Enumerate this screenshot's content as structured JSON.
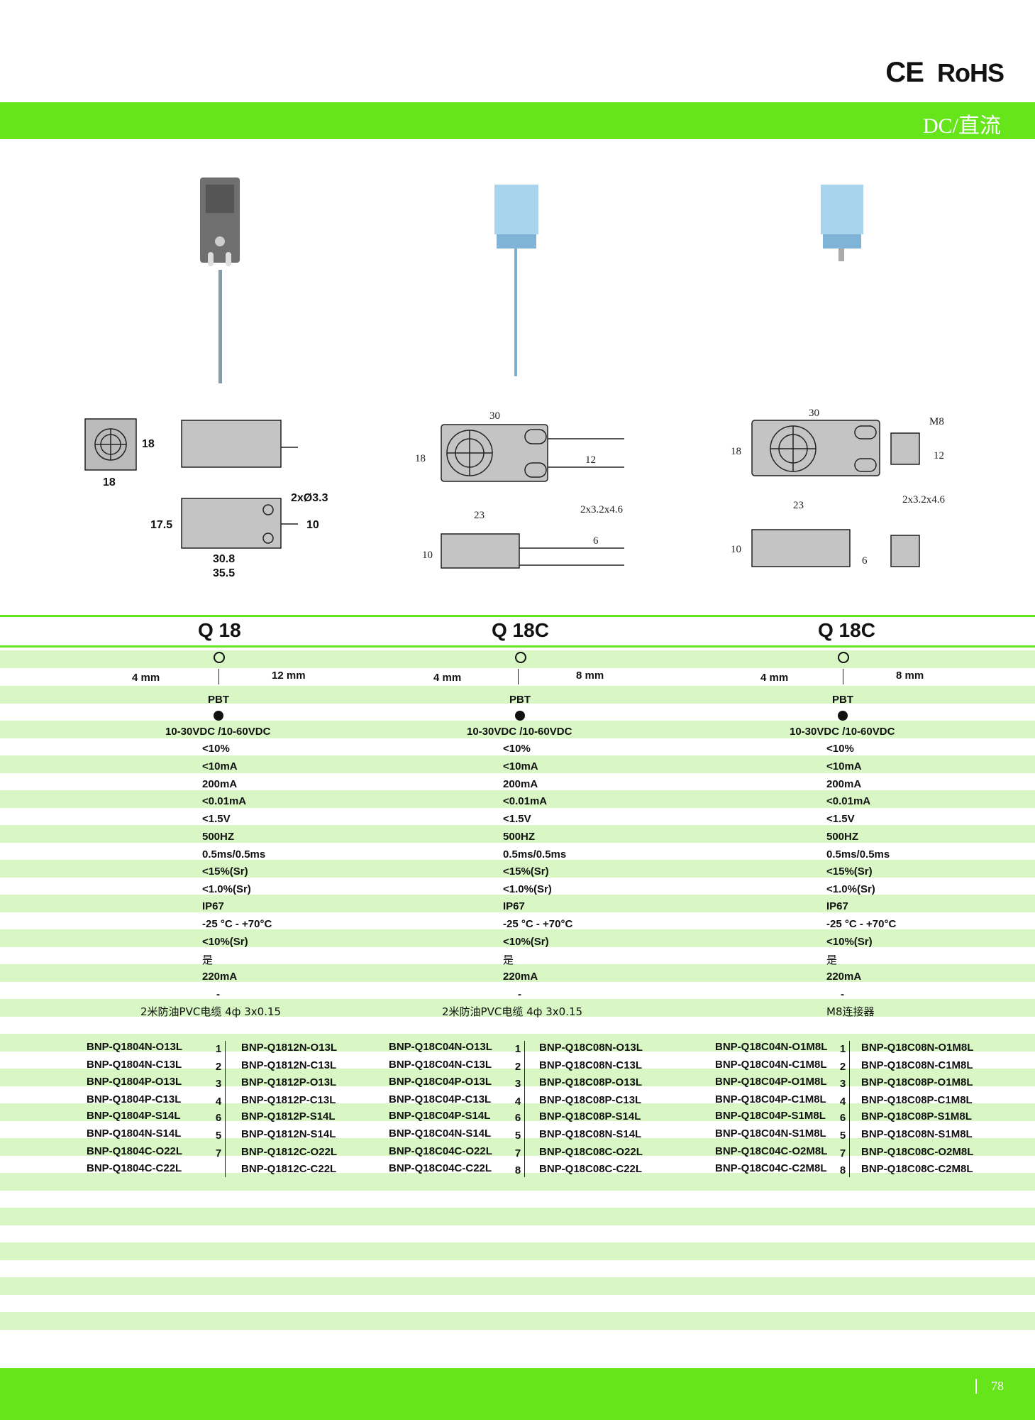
{
  "header": {
    "cert_ce": "CE",
    "cert_rohs": "RoHS",
    "band_title": "DC/直流"
  },
  "columns": [
    {
      "title": "Q 18",
      "range_a": "4 mm",
      "range_b": "12 mm",
      "material": "PBT",
      "voltage": "10-30VDC /10-60VDC",
      "ripple": "<10%",
      "no_load_current": "<10mA",
      "load_current": "200mA",
      "leak_current": "<0.01mA",
      "voltage_drop": "<1.5V",
      "frequency": "500HZ",
      "response": "0.5ms/0.5ms",
      "hysteresis": "<15%(Sr)",
      "repeat": "<1.0%(Sr)",
      "protection": "IP67",
      "temperature": "-25 °C - +70°C",
      "temp_drift": "<10%(Sr)",
      "short_protect": "是",
      "short_current": "220mA",
      "dash": "-",
      "connection": "2米防油PVC电缆 4ф 3x0.15",
      "models_left": [
        "BNP-Q1804N-O13L",
        "BNP-Q1804N-C13L",
        "BNP-Q1804P-O13L",
        "BNP-Q1804P-C13L",
        "BNP-Q1804P-S14L",
        "BNP-Q1804N-S14L",
        "BNP-Q1804C-O22L",
        "BNP-Q1804C-C22L"
      ],
      "indices": [
        "1",
        "2",
        "3",
        "4",
        "6",
        "5",
        "7",
        ""
      ],
      "models_right": [
        "BNP-Q1812N-O13L",
        "BNP-Q1812N-C13L",
        "BNP-Q1812P-O13L",
        "BNP-Q1812P-C13L",
        "BNP-Q1812P-S14L",
        "BNP-Q1812N-S14L",
        "BNP-Q1812C-O22L",
        "BNP-Q1812C-C22L"
      ]
    },
    {
      "title": "Q 18C",
      "range_a": "4 mm",
      "range_b": "8 mm",
      "material": "PBT",
      "voltage": "10-30VDC /10-60VDC",
      "ripple": "<10%",
      "no_load_current": "<10mA",
      "load_current": "200mA",
      "leak_current": "<0.01mA",
      "voltage_drop": "<1.5V",
      "frequency": "500HZ",
      "response": "0.5ms/0.5ms",
      "hysteresis": "<15%(Sr)",
      "repeat": "<1.0%(Sr)",
      "protection": "IP67",
      "temperature": "-25 °C - +70°C",
      "temp_drift": "<10%(Sr)",
      "short_protect": "是",
      "short_current": "220mA",
      "dash": "-",
      "connection": "2米防油PVC电缆 4ф 3x0.15",
      "models_left": [
        "BNP-Q18C04N-O13L",
        "BNP-Q18C04N-C13L",
        "BNP-Q18C04P-O13L",
        "BNP-Q18C04P-C13L",
        "BNP-Q18C04P-S14L",
        "BNP-Q18C04N-S14L",
        "BNP-Q18C04C-O22L",
        "BNP-Q18C04C-C22L"
      ],
      "indices": [
        "1",
        "2",
        "3",
        "4",
        "6",
        "5",
        "7",
        "8"
      ],
      "models_right": [
        "BNP-Q18C08N-O13L",
        "BNP-Q18C08N-C13L",
        "BNP-Q18C08P-O13L",
        "BNP-Q18C08P-C13L",
        "BNP-Q18C08P-S14L",
        "BNP-Q18C08N-S14L",
        "BNP-Q18C08C-O22L",
        "BNP-Q18C08C-C22L"
      ]
    },
    {
      "title": "Q 18C",
      "range_a": "4 mm",
      "range_b": "8 mm",
      "material": "PBT",
      "voltage": "10-30VDC /10-60VDC",
      "ripple": "<10%",
      "no_load_current": "<10mA",
      "load_current": "200mA",
      "leak_current": "<0.01mA",
      "voltage_drop": "<1.5V",
      "frequency": "500HZ",
      "response": "0.5ms/0.5ms",
      "hysteresis": "<15%(Sr)",
      "repeat": "<1.0%(Sr)",
      "protection": "IP67",
      "temperature": "-25 °C - +70°C",
      "temp_drift": "<10%(Sr)",
      "short_protect": "是",
      "short_current": "220mA",
      "dash": "-",
      "connection": "M8连接器",
      "models_left": [
        "BNP-Q18C04N-O1M8L",
        "BNP-Q18C04N-C1M8L",
        "BNP-Q18C04P-O1M8L",
        "BNP-Q18C04P-C1M8L",
        "BNP-Q18C04P-S1M8L",
        "BNP-Q18C04N-S1M8L",
        "BNP-Q18C04C-O2M8L",
        "BNP-Q18C04C-C2M8L"
      ],
      "indices": [
        "1",
        "2",
        "3",
        "4",
        "6",
        "5",
        "7",
        "8"
      ],
      "models_right": [
        "BNP-Q18C08N-O1M8L",
        "BNP-Q18C08N-C1M8L",
        "BNP-Q18C08P-O1M8L",
        "BNP-Q18C08P-C1M8L",
        "BNP-Q18C08P-S1M8L",
        "BNP-Q18C08N-S1M8L",
        "BNP-Q18C08C-O2M8L",
        "BNP-Q18C08C-C2M8L"
      ]
    }
  ],
  "drawings": {
    "q18": {
      "d18a": "18",
      "d18b": "18",
      "d175": "17.5",
      "d10": "10",
      "d308": "30.8",
      "d355": "35.5",
      "holes": "2xØ3.3"
    },
    "q18c_cable": {
      "d30": "30",
      "d18": "18",
      "d12": "12",
      "d23": "23",
      "d10": "10",
      "d6": "6",
      "holes": "2x3.2x4.6"
    },
    "q18c_m8": {
      "d30": "30",
      "d18": "18",
      "d12": "12",
      "d23": "23",
      "d10": "10",
      "d6": "6",
      "holes": "2x3.2x4.6",
      "m8": "M8"
    }
  },
  "footer": {
    "page": "78"
  }
}
